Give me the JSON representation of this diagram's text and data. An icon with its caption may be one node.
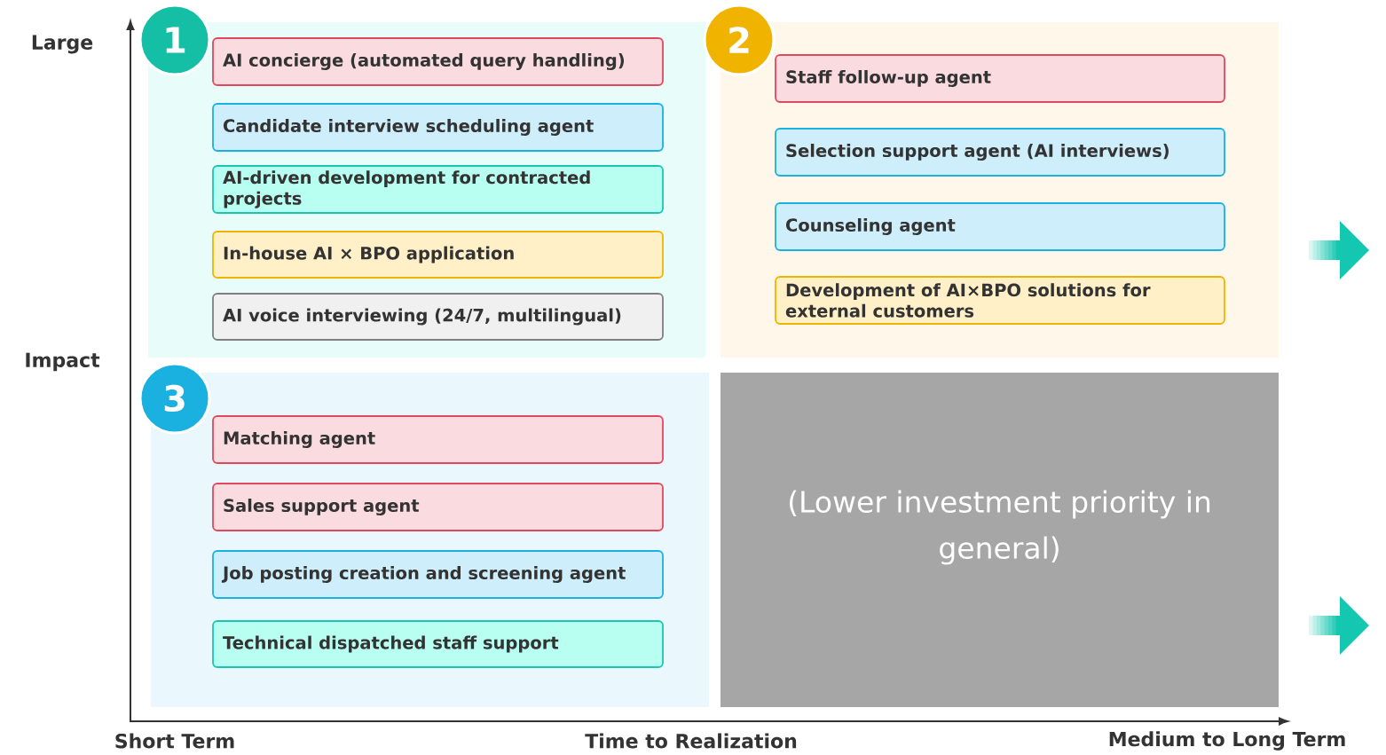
{
  "diagram": {
    "nodes": [
      {
        "text": [
          "1"
        ]
      },
      {
        "text": [
          "AI concierge (automated query handling)"
        ],
        "in": 0
      },
      {
        "text": [
          "Candidate interview scheduling agent"
        ],
        "in": 0
      },
      {
        "text": [
          "AI-driven development for contracted projects"
        ],
        "in": 0
      },
      {
        "text": [
          "In-house AI × BPO application"
        ],
        "in": 0
      },
      {
        "text": [
          "AI voice interviewing (24/7, multilingual)"
        ],
        "in": 0
      },
      {
        "text": [
          "2"
        ]
      },
      {
        "text": [
          "Staff follow-up agent"
        ],
        "in": 6
      },
      {
        "text": [
          "Selection support agent (AI interviews)"
        ],
        "in": 6
      },
      {
        "text": [
          "Counseling agent"
        ],
        "in": 6
      },
      {
        "text": [
          "Development of AI×BPO solutions for external customers"
        ],
        "in": 6
      },
      {
        "text": [
          "3"
        ]
      },
      {
        "text": [
          "Matching agent"
        ],
        "in": 11
      },
      {
        "text": [
          "Sales support agent"
        ],
        "in": 11
      },
      {
        "text": [
          "Job posting creation and screening agent"
        ],
        "in": 11
      },
      {
        "text": [
          "Technical dispatched staff support"
        ],
        "in": 11
      },
      {
        "text": [
          "(Lower investment priority in general)"
        ]
      }
    ],
    "labels": [
      "Large",
      "Impact",
      "Short Term",
      "Time to Realization",
      "Medium to Long Term"
    ]
  }
}
